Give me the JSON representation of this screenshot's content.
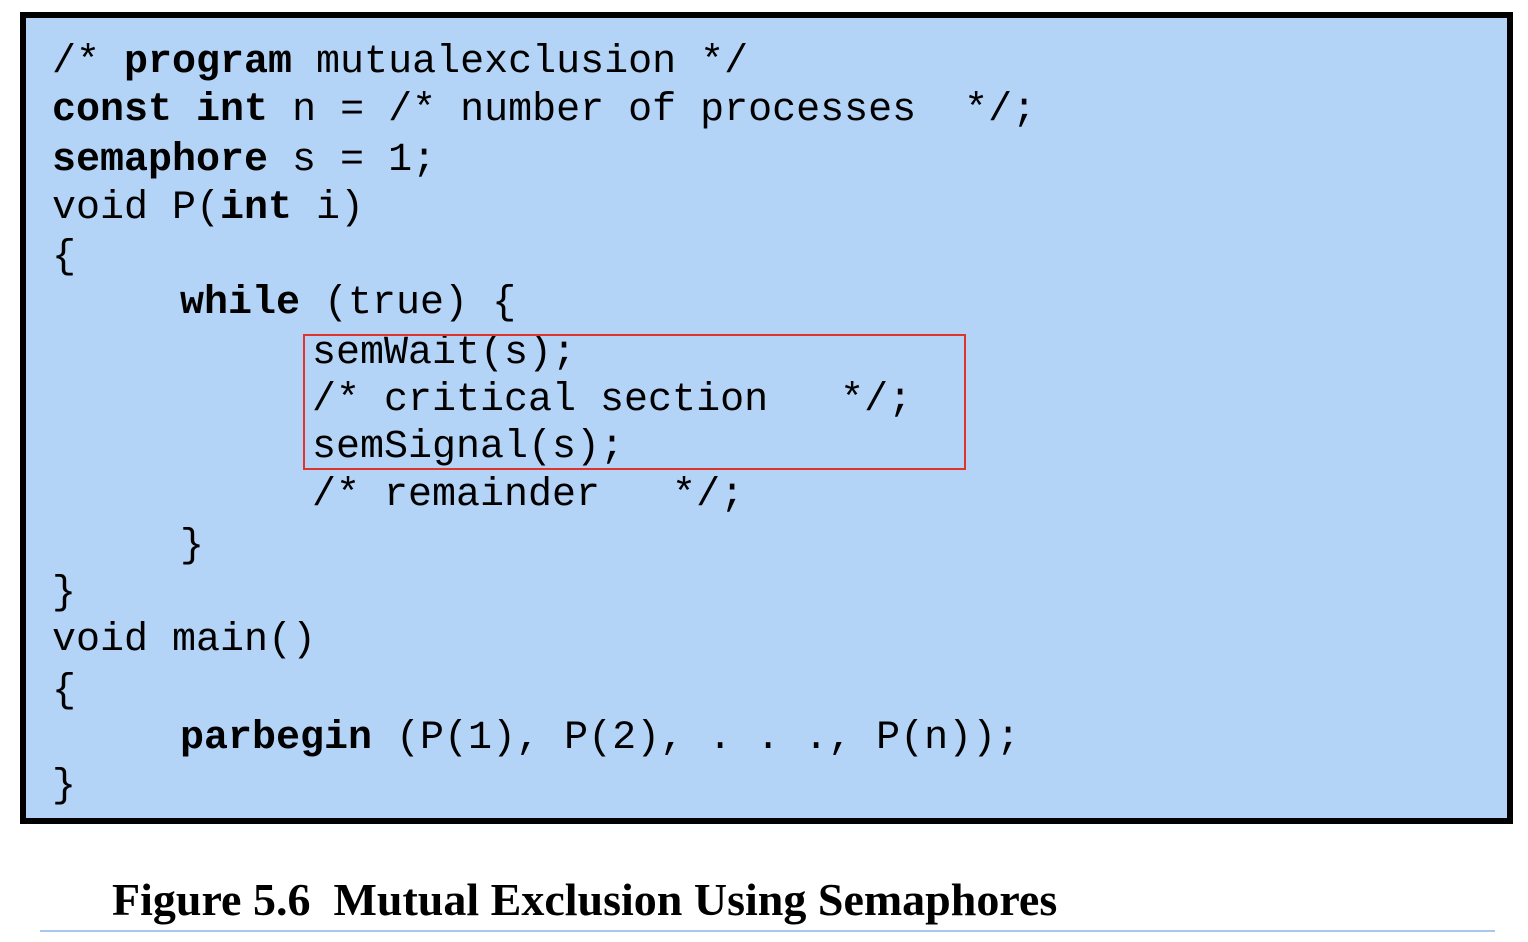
{
  "code": {
    "lines": [
      [
        {
          "t": "/* ",
          "b": false
        },
        {
          "t": "program",
          "b": true
        },
        {
          "t": " mutualexclusion */",
          "b": false
        }
      ],
      [
        {
          "t": "const",
          "b": true
        },
        {
          "t": " ",
          "b": false
        },
        {
          "t": "int",
          "b": true
        },
        {
          "t": " n = /* number of processes  */;",
          "b": false
        }
      ],
      [
        {
          "t": "semaphore",
          "b": true
        },
        {
          "t": " s = 1;",
          "b": false
        }
      ],
      [
        {
          "t": "void P(",
          "b": false
        },
        {
          "t": "int",
          "b": true
        },
        {
          "t": " i)",
          "b": false
        }
      ],
      [
        {
          "t": "{",
          "b": false
        }
      ],
      [
        {
          "t": "while",
          "b": true
        },
        {
          "t": " (true) {",
          "b": false
        }
      ],
      [
        {
          "t": "semWait(s);",
          "b": false
        }
      ],
      [
        {
          "t": "/* critical section   */;",
          "b": false
        }
      ],
      [
        {
          "t": "semSignal(s);",
          "b": false
        }
      ],
      [
        {
          "t": "/* remainder   */;",
          "b": false
        }
      ],
      [
        {
          "t": "}",
          "b": false
        }
      ],
      [
        {
          "t": "}",
          "b": false
        }
      ],
      [
        {
          "t": "void main()",
          "b": false
        }
      ],
      [
        {
          "t": "{",
          "b": false
        }
      ],
      [
        {
          "t": "parbegin",
          "b": true
        },
        {
          "t": " (P(1), P(2), . . ., P(n));",
          "b": false
        }
      ],
      [
        {
          "t": "}",
          "b": false
        }
      ]
    ]
  },
  "caption": "Figure 5.6  Mutual Exclusion Using Semaphores",
  "colors": {
    "code_background": "#b3d4f7",
    "highlight_border": "#e0342b",
    "caption_rule": "#a8c8ee"
  }
}
